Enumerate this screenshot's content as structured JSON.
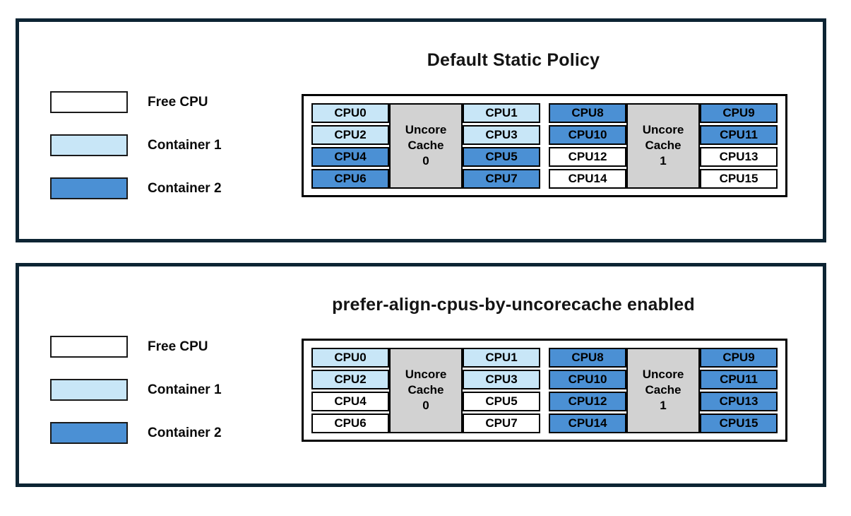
{
  "colors": {
    "free_cpu": "#ffffff",
    "container1": "#c8e6f7",
    "container2": "#4b90d4",
    "uncore_cache": "#d2d2d2",
    "panel_border": "#0d2433",
    "cell_border": "#000000",
    "title_text": "#141414"
  },
  "legend": {
    "items": [
      {
        "label": "Free CPU",
        "state": "free_cpu"
      },
      {
        "label": "Container 1",
        "state": "container1"
      },
      {
        "label": "Container 2",
        "state": "container2"
      }
    ]
  },
  "panels": [
    {
      "title": "Default Static Policy",
      "groups": [
        {
          "cache_lines": [
            "Uncore",
            "Cache",
            "0"
          ],
          "left_cpus": [
            {
              "label": "CPU0",
              "state": "container1"
            },
            {
              "label": "CPU2",
              "state": "container1"
            },
            {
              "label": "CPU4",
              "state": "container2"
            },
            {
              "label": "CPU6",
              "state": "container2"
            }
          ],
          "right_cpus": [
            {
              "label": "CPU1",
              "state": "container1"
            },
            {
              "label": "CPU3",
              "state": "container1"
            },
            {
              "label": "CPU5",
              "state": "container2"
            },
            {
              "label": "CPU7",
              "state": "container2"
            }
          ]
        },
        {
          "cache_lines": [
            "Uncore",
            "Cache",
            "1"
          ],
          "left_cpus": [
            {
              "label": "CPU8",
              "state": "container2"
            },
            {
              "label": "CPU10",
              "state": "container2"
            },
            {
              "label": "CPU12",
              "state": "free_cpu"
            },
            {
              "label": "CPU14",
              "state": "free_cpu"
            }
          ],
          "right_cpus": [
            {
              "label": "CPU9",
              "state": "container2"
            },
            {
              "label": "CPU11",
              "state": "container2"
            },
            {
              "label": "CPU13",
              "state": "free_cpu"
            },
            {
              "label": "CPU15",
              "state": "free_cpu"
            }
          ]
        }
      ]
    },
    {
      "title": "prefer-align-cpus-by-uncorecache enabled",
      "groups": [
        {
          "cache_lines": [
            "Uncore",
            "Cache",
            "0"
          ],
          "left_cpus": [
            {
              "label": "CPU0",
              "state": "container1"
            },
            {
              "label": "CPU2",
              "state": "container1"
            },
            {
              "label": "CPU4",
              "state": "free_cpu"
            },
            {
              "label": "CPU6",
              "state": "free_cpu"
            }
          ],
          "right_cpus": [
            {
              "label": "CPU1",
              "state": "container1"
            },
            {
              "label": "CPU3",
              "state": "container1"
            },
            {
              "label": "CPU5",
              "state": "free_cpu"
            },
            {
              "label": "CPU7",
              "state": "free_cpu"
            }
          ]
        },
        {
          "cache_lines": [
            "Uncore",
            "Cache",
            "1"
          ],
          "left_cpus": [
            {
              "label": "CPU8",
              "state": "container2"
            },
            {
              "label": "CPU10",
              "state": "container2"
            },
            {
              "label": "CPU12",
              "state": "container2"
            },
            {
              "label": "CPU14",
              "state": "container2"
            }
          ],
          "right_cpus": [
            {
              "label": "CPU9",
              "state": "container2"
            },
            {
              "label": "CPU11",
              "state": "container2"
            },
            {
              "label": "CPU13",
              "state": "container2"
            },
            {
              "label": "CPU15",
              "state": "container2"
            }
          ]
        }
      ]
    }
  ]
}
